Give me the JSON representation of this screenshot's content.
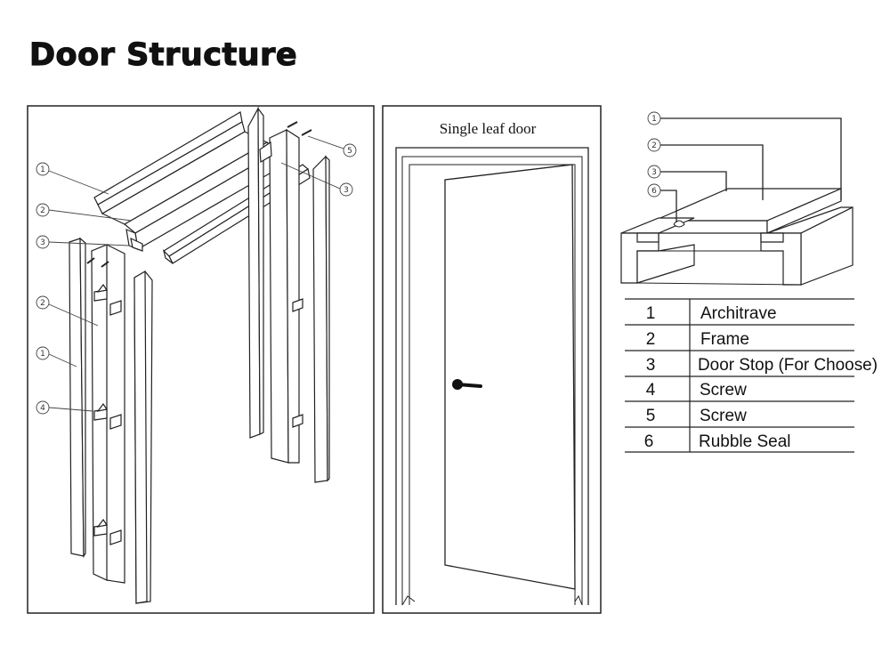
{
  "page": {
    "title": "Door Structure"
  },
  "exploded_view": {
    "callouts": [
      "1",
      "2",
      "3",
      "2",
      "1",
      "4",
      "5",
      "3"
    ]
  },
  "door_view": {
    "caption": "Single leaf door"
  },
  "section_view": {
    "callouts": [
      "1",
      "2",
      "3",
      "6"
    ]
  },
  "legend": {
    "rows": [
      {
        "num": "1",
        "name": "Architrave"
      },
      {
        "num": "2",
        "name": "Frame"
      },
      {
        "num": "3",
        "name": "Door Stop (For Choose)"
      },
      {
        "num": "4",
        "name": "Screw"
      },
      {
        "num": "5",
        "name": "Screw"
      },
      {
        "num": "6",
        "name": "Rubble Seal"
      }
    ]
  }
}
